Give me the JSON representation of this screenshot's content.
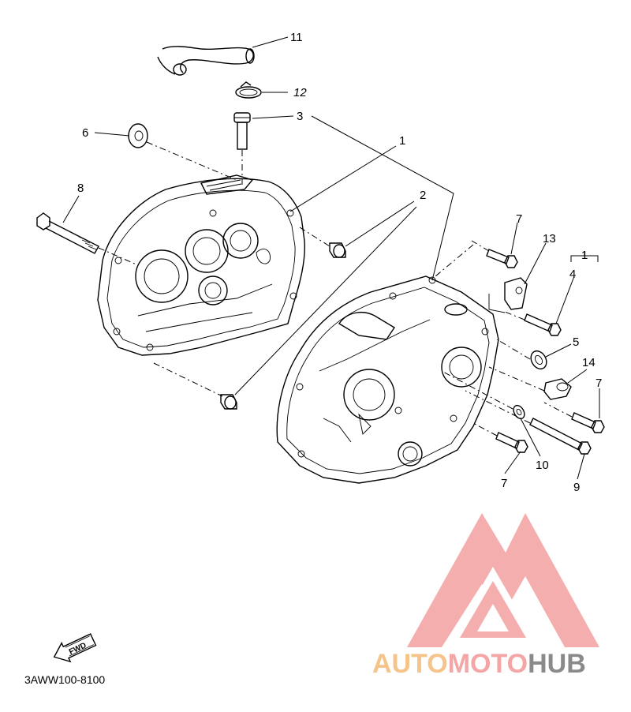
{
  "diagram": {
    "callouts": {
      "c1a": "1",
      "c1b": "1",
      "c2": "2",
      "c3": "3",
      "c4": "4",
      "c5": "5",
      "c6": "6",
      "c7a": "7",
      "c7b": "7",
      "c7c": "7",
      "c8": "8",
      "c9": "9",
      "c10": "10",
      "c11": "11",
      "c12": "12",
      "c13": "13",
      "c14": "14"
    },
    "fwd_label": "FWD",
    "drawing_code": "3AWW100-8100"
  },
  "watermark": {
    "part1": "AUTO",
    "part2": "MOTO",
    "part3": "HUB",
    "colors": {
      "auto": "#f5c48a",
      "moto": "#f4a6a6",
      "hub": "#8a8a8a",
      "logo": "#f28b8b"
    }
  }
}
